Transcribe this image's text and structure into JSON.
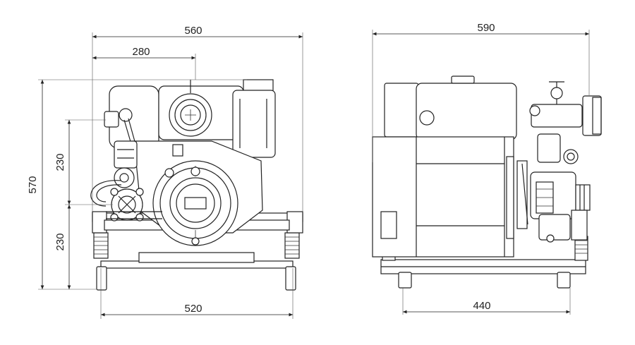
{
  "front_view": {
    "width_overall": "560",
    "width_half": "280",
    "height_overall": "570",
    "height_upper": "230",
    "height_lower": "230",
    "base_width": "520"
  },
  "side_view": {
    "width_overall": "590",
    "base_width": "440"
  },
  "colors": {
    "line": "#222222",
    "background": "#ffffff"
  }
}
